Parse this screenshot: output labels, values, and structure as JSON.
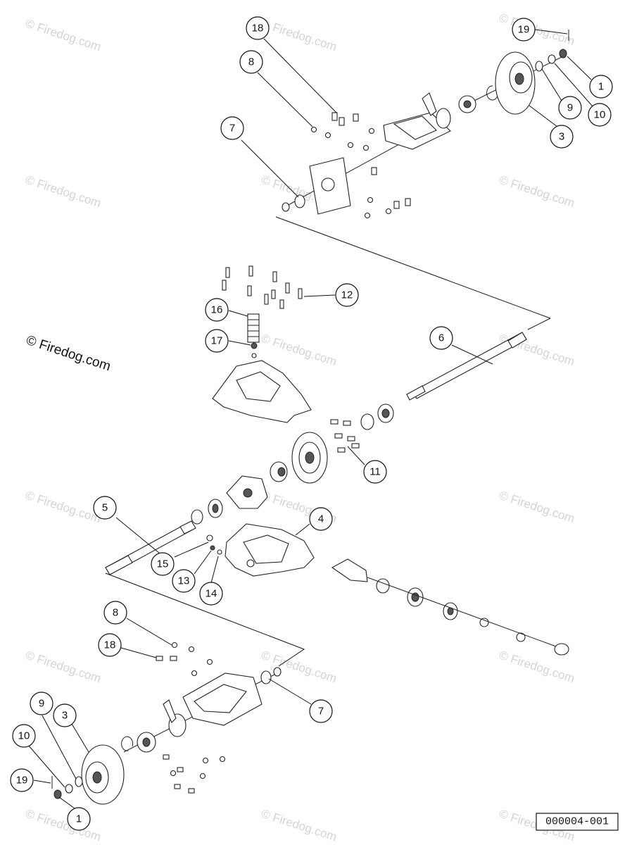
{
  "watermark_text": "© Firedog.com",
  "copyright_text": "© Firedog.com",
  "drawing_number": "000004-001",
  "callouts": [
    "18",
    "8",
    "7",
    "19",
    "1",
    "9",
    "10",
    "3",
    "12",
    "16",
    "17",
    "6",
    "11",
    "5",
    "4",
    "15",
    "13",
    "14",
    "8",
    "18",
    "7",
    "9",
    "3",
    "10",
    "19",
    "1"
  ]
}
